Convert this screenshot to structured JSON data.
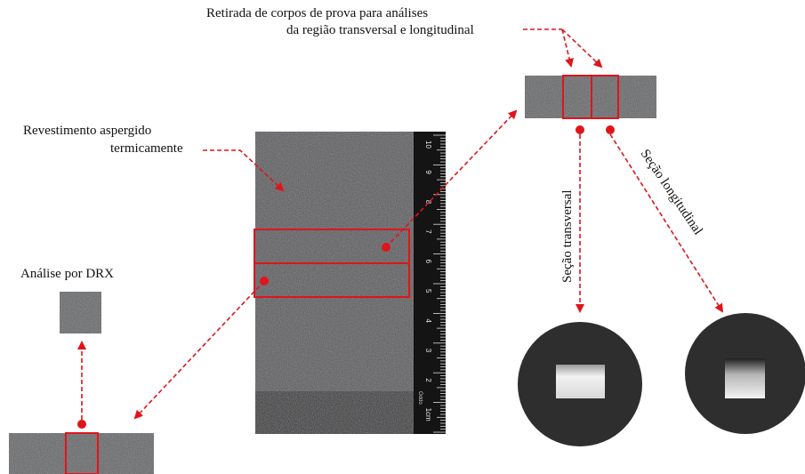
{
  "labels": {
    "extraction_line1": "Retirada de corpos de prova para análises",
    "extraction_line2": "da região transversal e longitudinal",
    "coating_line1": "Revestimento aspergido",
    "coating_line2": "termicamente",
    "drx": "Análise por DRX",
    "transversal": "Seção transversal",
    "longitudinal": "Seção longitudinal"
  },
  "ruler": {
    "numbers": [
      "10",
      "9",
      "8",
      "7",
      "6",
      "5",
      "4",
      "3",
      "2",
      "1cm"
    ],
    "brand": "Oddo"
  },
  "colors": {
    "annotation": "#e0141b",
    "specimen": "#5a5c5e",
    "mount": "#2e2e2e"
  }
}
